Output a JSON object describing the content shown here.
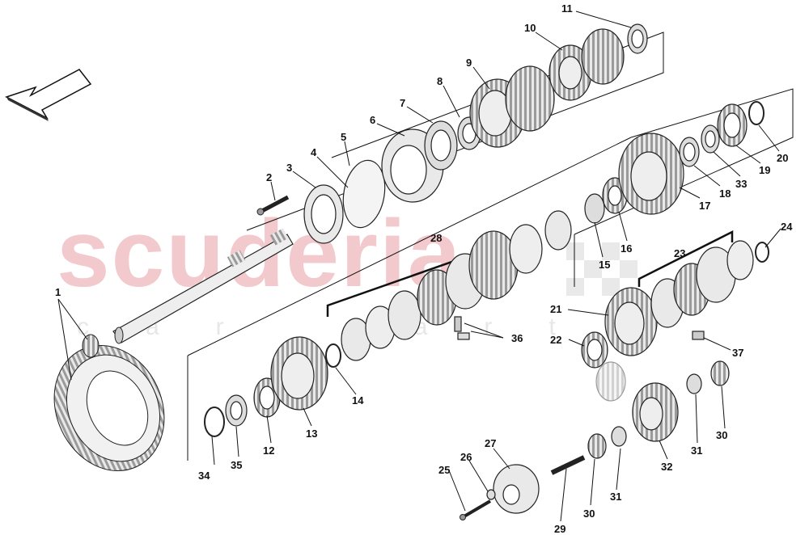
{
  "watermark": {
    "brand": "scuderia",
    "sub": "car parts"
  },
  "callouts": [
    "1",
    "2",
    "3",
    "4",
    "5",
    "6",
    "7",
    "8",
    "9",
    "10",
    "11",
    "12",
    "13",
    "14",
    "15",
    "16",
    "17",
    "18",
    "19",
    "20",
    "21",
    "22",
    "23",
    "24",
    "25",
    "26",
    "27",
    "28",
    "29",
    "30",
    "31",
    "32",
    "33",
    "34",
    "35",
    "36",
    "37"
  ],
  "colors": {
    "line": "#111111",
    "part_fill": "#e9e9e9",
    "part_dark": "#9a9a9a",
    "watermark": "#f2c9cc"
  },
  "icons": {
    "direction": "direction-arrow-icon"
  }
}
